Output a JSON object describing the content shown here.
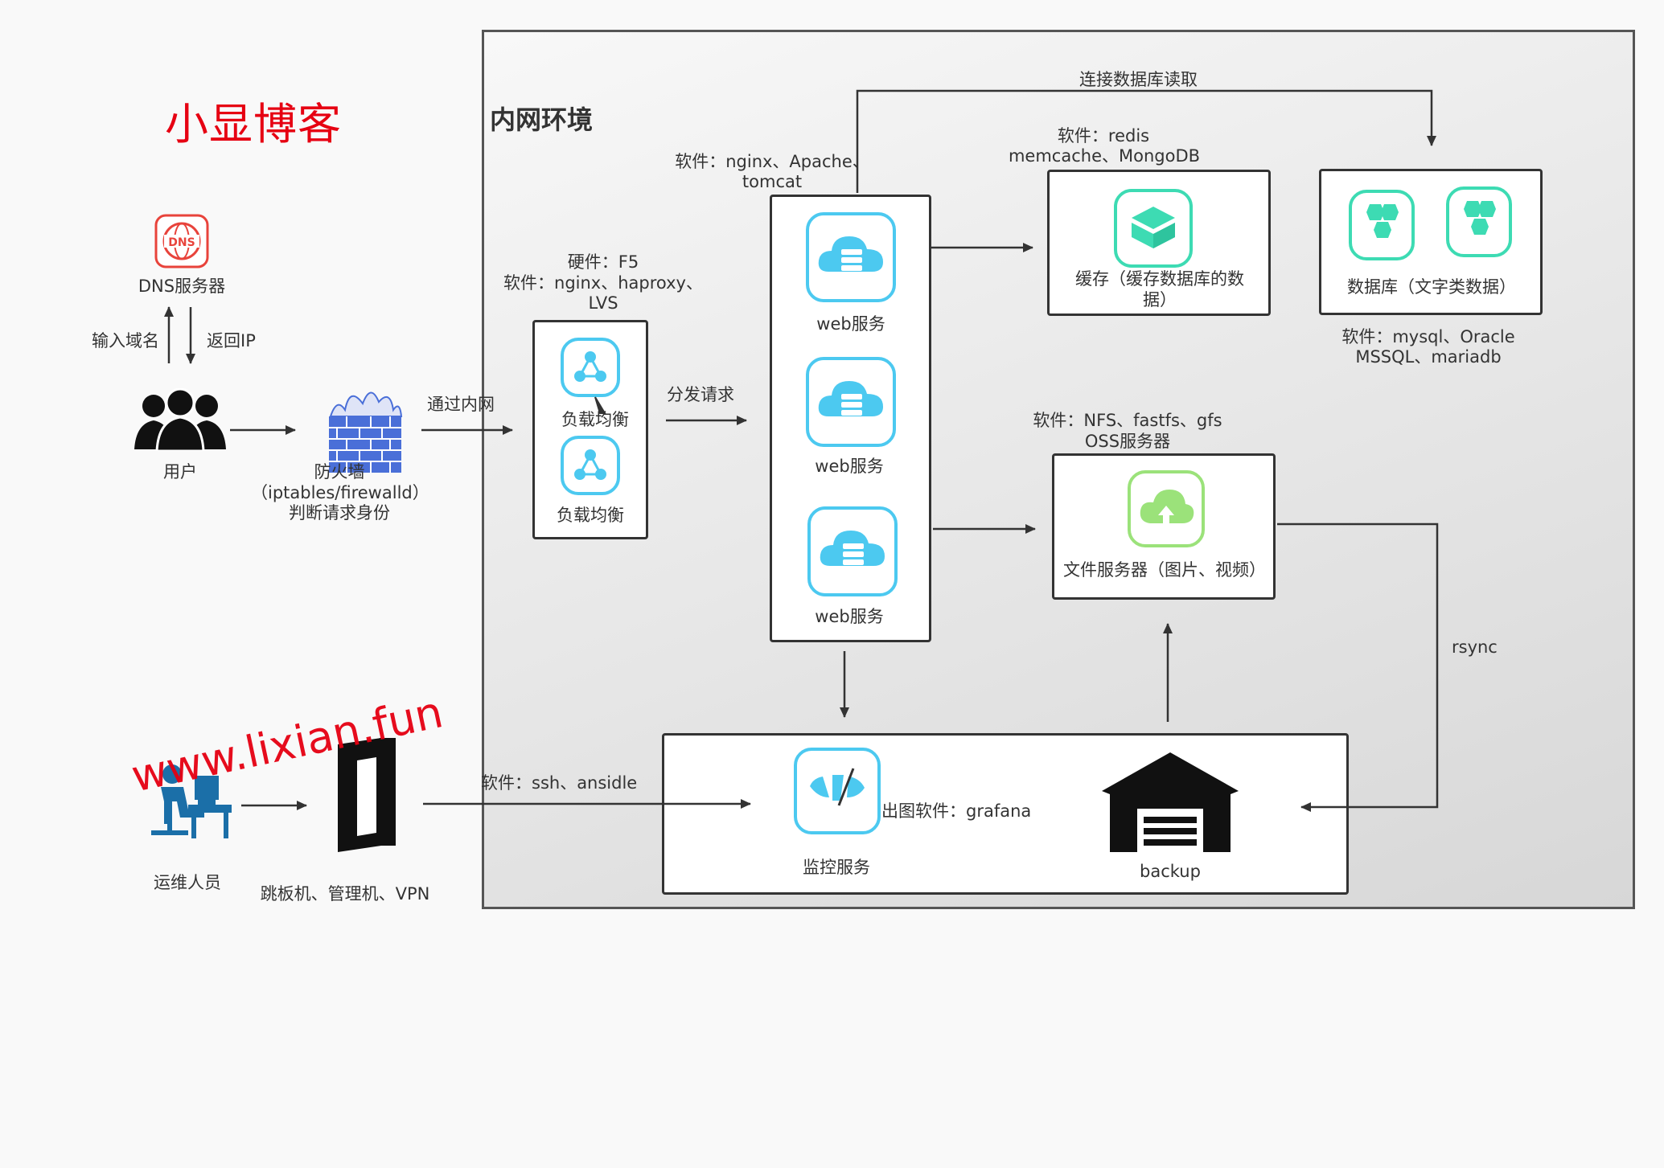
{
  "blog_title": "小显博客",
  "watermark": "www.lixian.fun",
  "inner_env_title": "内网环境",
  "nodes": {
    "dns": "DNS服务器",
    "user": "用户",
    "firewall": [
      "防火墙",
      "（iptables/firewalld）",
      "判断请求身份"
    ],
    "lb_1": "负载均衡",
    "lb_2": "负载均衡",
    "web_1": "web服务",
    "web_2": "web服务",
    "web_3": "web服务",
    "cache": [
      "缓存（缓存数据库的数",
      "据）"
    ],
    "database": "数据库（文字类数据）",
    "file_server": "文件服务器（图片、视频）",
    "ops": "运维人员",
    "jump_host": "跳板机、管理机、VPN",
    "monitor": "监控服务",
    "backup": "backup"
  },
  "annotations": {
    "lb_software": [
      "硬件：F5",
      "软件：nginx、haproxy、",
      "LVS"
    ],
    "web_software": [
      "软件：nginx、Apache、",
      "tomcat"
    ],
    "cache_software": [
      "软件：redis",
      "memcache、MongoDB"
    ],
    "db_software": [
      "软件：mysql、Oracle",
      "MSSQL、mariadb"
    ],
    "file_software": [
      "软件：NFS、fastfs、gfs",
      "OSS服务器"
    ],
    "monitor_software": "出图软件：grafana"
  },
  "edges": {
    "input_domain": "输入域名",
    "return_ip": "返回IP",
    "via_intranet": "通过内网",
    "dispatch": "分发请求",
    "db_read": "连接数据库读取",
    "rsync": "rsync",
    "ssh": "软件：ssh、ansidle"
  },
  "colors": {
    "title_red": "#e60012",
    "cyan": "#4cc9f0",
    "teal": "#3ddbb3",
    "lime": "#9be27a",
    "dns_red": "#e8433b",
    "firewall_blue": "#4a6fd8",
    "ops_blue": "#1b6fa8"
  }
}
